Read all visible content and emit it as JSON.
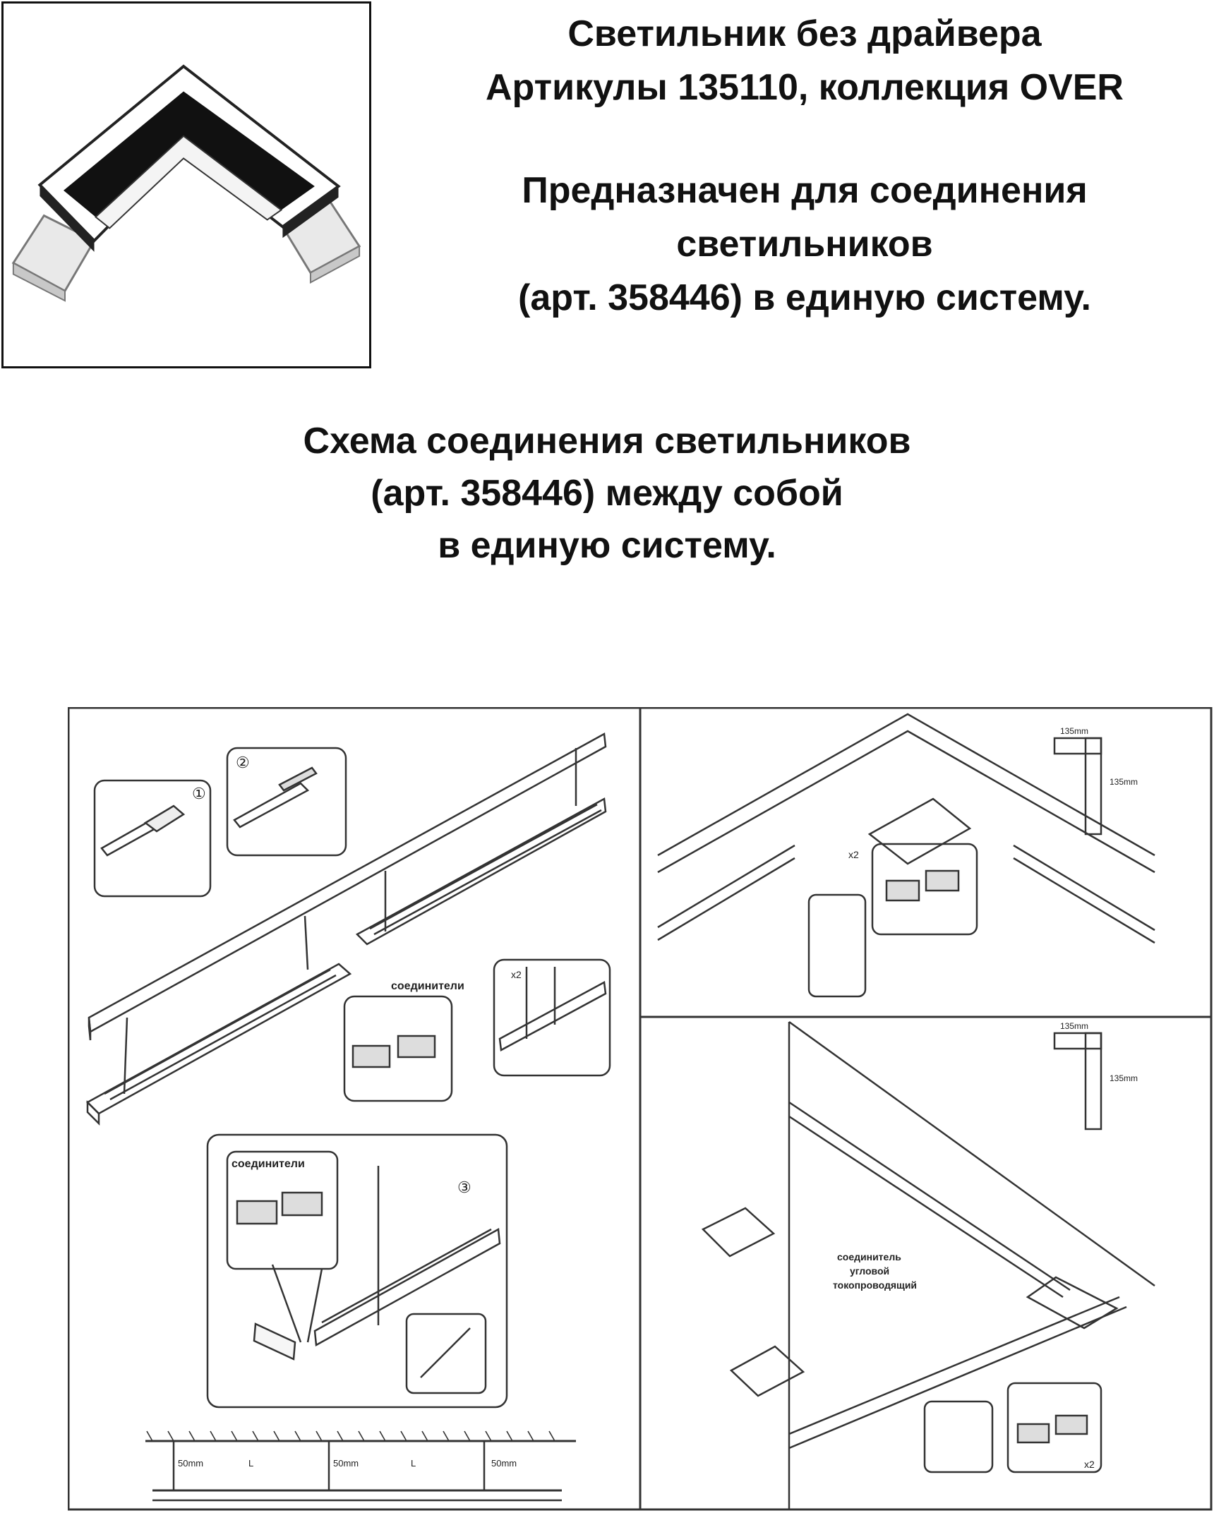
{
  "header": {
    "title_lines": [
      "Светильник без драйвера",
      "Артикулы 135110, коллекция OVER"
    ],
    "purpose_lines": [
      "Предназначен для соединения",
      "светильников",
      "(арт. 358446) в единую систему."
    ]
  },
  "scheme": {
    "title_lines": [
      "Схема соединения светильников",
      "(арт. 358446) между собой",
      "в единую систему."
    ]
  },
  "diagram": {
    "connectors_label": "соединители",
    "corner_connector_label_lines": [
      "соединитель",
      "угловой",
      "токопроводящий"
    ],
    "detail_numbers": [
      "①",
      "②",
      "③"
    ],
    "dimensions": {
      "top_width": "135mm",
      "side_height": "135mm",
      "left_margin": "50mm",
      "middle_margin": "50mm",
      "right_margin": "50mm",
      "span": "L"
    },
    "quantity_x2": "x2"
  },
  "colors": {
    "frame": "#111111",
    "line": "#333333",
    "fill_dark": "#111111",
    "fill_light": "#f2f2f2"
  }
}
